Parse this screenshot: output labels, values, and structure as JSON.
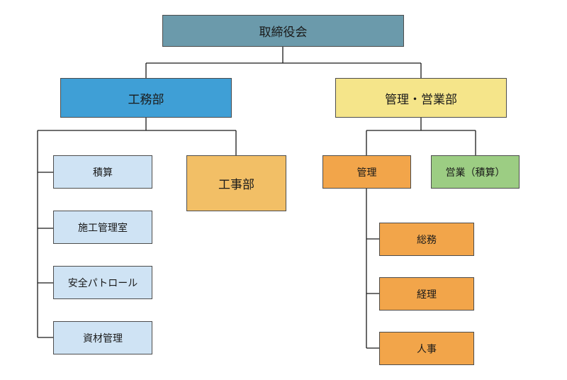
{
  "org_chart": {
    "board": {
      "label": "取締役会",
      "color": "#6b9aab"
    },
    "construction_dept": {
      "label": "工務部",
      "color": "#3f9fd6"
    },
    "admin_sales_dept": {
      "label": "管理・営業部",
      "color": "#f5e58a"
    },
    "estimation": {
      "label": "積算",
      "color": "#cfe3f4"
    },
    "construction_mgmt_office": {
      "label": "施工管理室",
      "color": "#cfe3f4"
    },
    "safety_patrol": {
      "label": "安全パトロール",
      "color": "#cfe3f4"
    },
    "materials_mgmt": {
      "label": "資材管理",
      "color": "#cfe3f4"
    },
    "works_dept": {
      "label": "工事部",
      "color": "#f2bf66"
    },
    "management": {
      "label": "管理",
      "color": "#f2a54a"
    },
    "sales_estimation": {
      "label": "営業（積算）",
      "color": "#9ccd83"
    },
    "general_affairs": {
      "label": "総務",
      "color": "#f2a54a"
    },
    "accounting": {
      "label": "経理",
      "color": "#f2a54a"
    },
    "personnel": {
      "label": "人事",
      "color": "#f2a54a"
    }
  }
}
